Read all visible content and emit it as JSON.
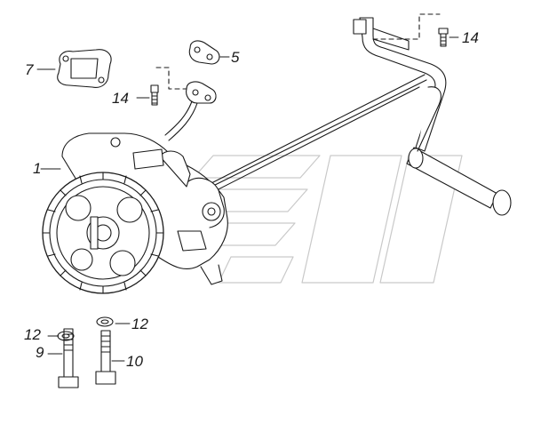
{
  "callouts": [
    {
      "id": "c1",
      "label": "1"
    },
    {
      "id": "c5",
      "label": "5"
    },
    {
      "id": "c7",
      "label": "7"
    },
    {
      "id": "c9",
      "label": "9"
    },
    {
      "id": "c10",
      "label": "10"
    },
    {
      "id": "c12a",
      "label": "12"
    },
    {
      "id": "c12b",
      "label": "12"
    },
    {
      "id": "c14a",
      "label": "14"
    },
    {
      "id": "c14b",
      "label": "14"
    }
  ]
}
